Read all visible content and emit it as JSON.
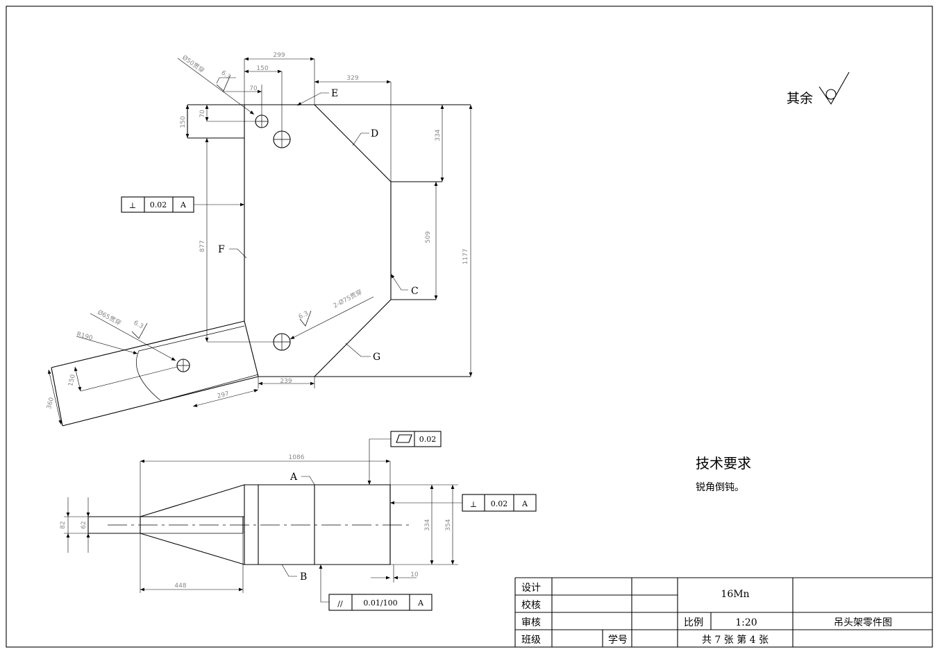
{
  "labels": {
    "A": "A",
    "B": "B",
    "C": "C",
    "D": "D",
    "E": "E",
    "F": "F",
    "G": "G"
  },
  "surface_finish": {
    "other_label": "其余",
    "value_63": "6.3"
  },
  "holes": {
    "top_hole": "Ø50贯穿",
    "pivot_hole": "Ø65贯穿",
    "two_holes": "2-Ø75贯穿",
    "radius": "R190"
  },
  "dimensions_top": {
    "d299": "299",
    "d150a": "150",
    "d70a": "70",
    "d329": "329",
    "d150": "150",
    "d70": "70",
    "d334": "334",
    "d509": "509",
    "d1177": "1177",
    "d877": "877",
    "d239": "239",
    "d297": "297",
    "d150b": "150",
    "d360": "360"
  },
  "dimensions_bottom": {
    "d1086": "1086",
    "d448": "448",
    "d82": "82",
    "d62": "62",
    "d334": "334",
    "d354": "354",
    "d10": "10"
  },
  "tolerances": {
    "perp_top": {
      "symbol": "⊥",
      "value": "0.02",
      "datum": "A"
    },
    "flat": {
      "symbol": "▱",
      "value": "0.02"
    },
    "perp_side": {
      "symbol": "⊥",
      "value": "0.02",
      "datum": "A"
    },
    "parallel": {
      "symbol": "//",
      "value": "0.01/100",
      "datum": "A"
    }
  },
  "tech_requirements": {
    "title": "技术要求",
    "item": "锐角倒钝。"
  },
  "title_block": {
    "design": "设计",
    "check": "校核",
    "review": "审核",
    "class": "班级",
    "student_id": "学号",
    "material": "16Mn",
    "scale_label": "比例",
    "scale_value": "1:20",
    "part_name": "吊头架零件图",
    "sheet_info": "共 7 张 第 4 张"
  }
}
